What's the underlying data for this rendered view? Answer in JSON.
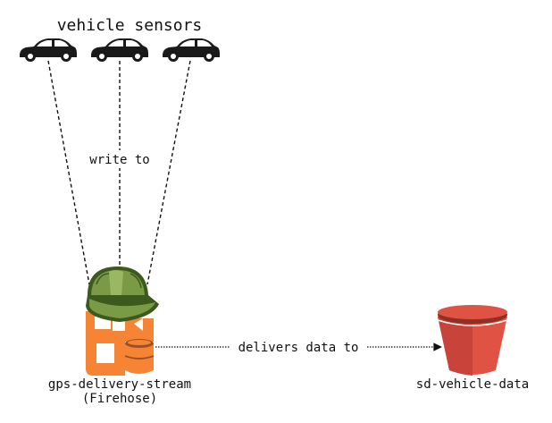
{
  "title": "vehicle sensors",
  "edge_write_label": "write to",
  "edge_deliver_label": "delivers data to",
  "stream": {
    "name": "gps-delivery-stream",
    "type_label": "(Firehose)"
  },
  "bucket": {
    "name": "sd-vehicle-data"
  },
  "icons": {
    "car": "car-icon",
    "firehose": "firehose-icon",
    "hard_hat": "hard-hat-icon",
    "bucket": "s3-bucket-icon"
  },
  "colors": {
    "car": "#1a1a1a",
    "firehose_orange": "#f58534",
    "firehose_dark": "#9d5025",
    "helmet_green": "#7a9a45",
    "helmet_dark": "#3d5a1e",
    "bucket_red": "#e05243",
    "bucket_dark": "#8c3123"
  }
}
